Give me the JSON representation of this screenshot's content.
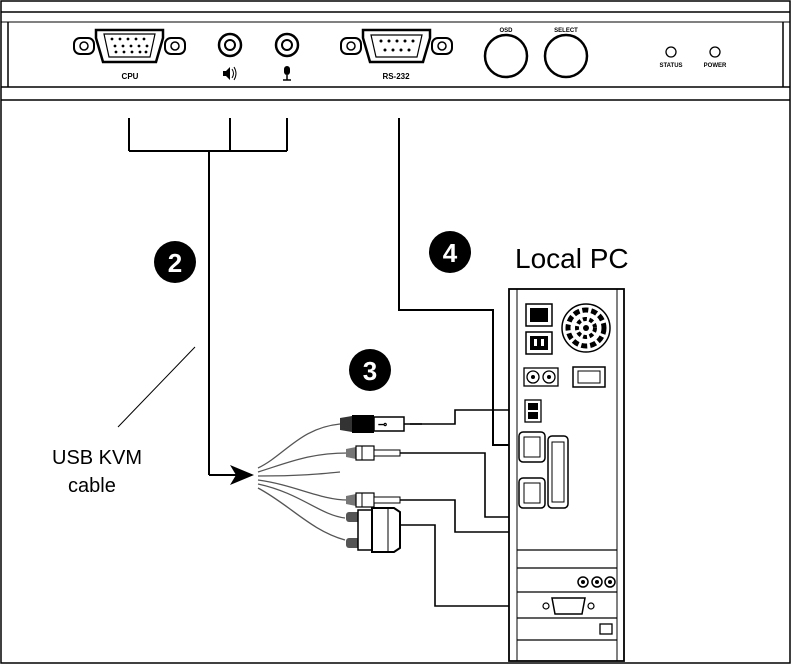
{
  "panel": {
    "ports": {
      "cpu_label": "CPU",
      "rs232_label": "RS-232",
      "osd_label": "OSD",
      "select_label": "SELECT",
      "status_label": "STATUS",
      "power_label": "POWER"
    },
    "icons": [
      "speaker-icon",
      "microphone-icon"
    ]
  },
  "callouts": {
    "step2": "2",
    "step3": "3",
    "step4": "4"
  },
  "labels": {
    "local_pc": "Local PC",
    "cable_line1": "USB KVM",
    "cable_line2": "cable"
  },
  "colors": {
    "line": "#000000",
    "panel_bg": "#ffffff",
    "cable_gray": "#8a8a8a"
  }
}
